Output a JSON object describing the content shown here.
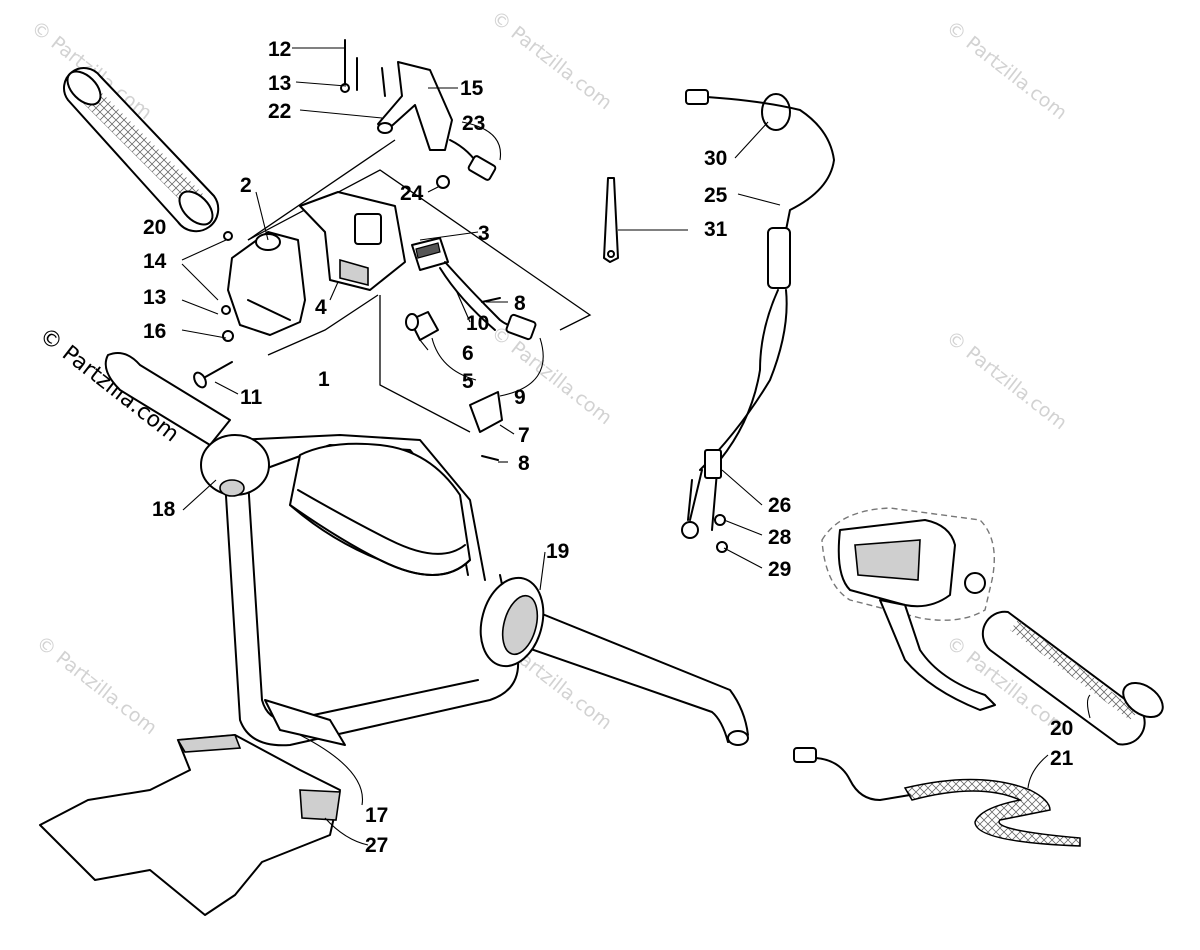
{
  "watermark": {
    "faint_text": "© Partzilla.com",
    "dark_text": "© Partzilla.com"
  },
  "callouts": {
    "c1": "1",
    "c2": "2",
    "c3": "3",
    "c4": "4",
    "c5": "5",
    "c6": "6",
    "c7": "7",
    "c8a": "8",
    "c8b": "8",
    "c9": "9",
    "c10": "10",
    "c11": "11",
    "c12": "12",
    "c13a": "13",
    "c13b": "13",
    "c14": "14",
    "c15": "15",
    "c16": "16",
    "c17": "17",
    "c18": "18",
    "c19": "19",
    "c20a": "20",
    "c20b": "20",
    "c21": "21",
    "c22": "22",
    "c23": "23",
    "c24": "24",
    "c25": "25",
    "c26": "26",
    "c27": "27",
    "c28": "28",
    "c29": "29",
    "c30": "30",
    "c31": "31"
  }
}
